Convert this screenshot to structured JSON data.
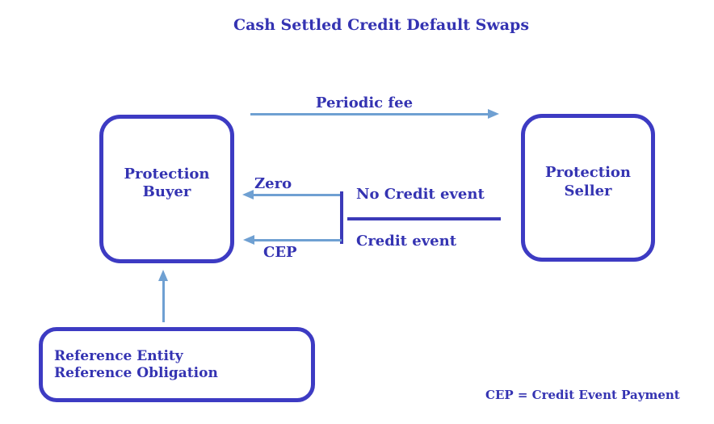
{
  "title": "Cash Settled Credit Default Swaps",
  "colors": {
    "ink": "#3433B2",
    "border": "#3D3BC3",
    "arrow": "#6FA0D2",
    "dark_line": "#3B3AB8",
    "background": "#FFFFFF"
  },
  "nodes": {
    "protection_buyer": {
      "label": "Protection\nBuyer"
    },
    "protection_seller": {
      "label": "Protection\nSeller"
    },
    "reference": {
      "label": "Reference Entity\nReference Obligation"
    }
  },
  "flows": {
    "periodic_fee": {
      "label": "Periodic fee"
    },
    "zero": {
      "label": "Zero",
      "condition": "No Credit event"
    },
    "cep": {
      "label": "CEP",
      "condition": "Credit event"
    }
  },
  "footnote": "CEP = Credit Event Payment"
}
